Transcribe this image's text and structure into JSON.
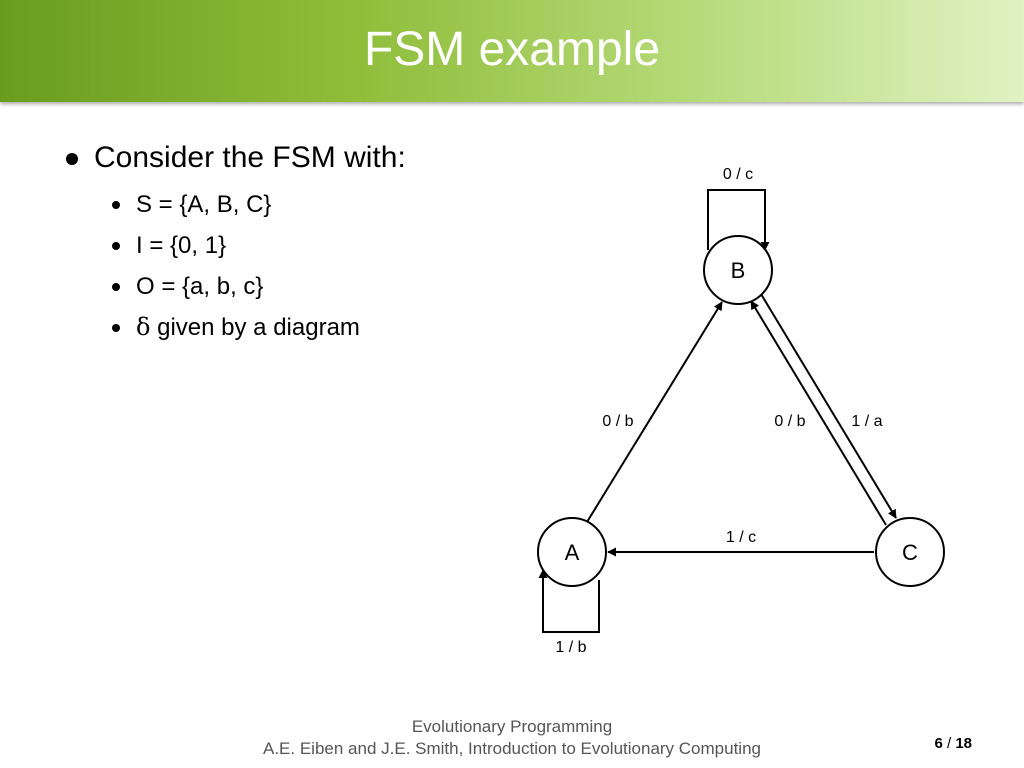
{
  "slide": {
    "title": "FSM example",
    "main_bullet": "Consider the FSM with:",
    "sub_bullets": [
      {
        "text": "S = {A, B, C}"
      },
      {
        "text": "I = {0, 1}"
      },
      {
        "text": "O = {a, b, c}"
      },
      {
        "symbol": "δ",
        "text": " given by a diagram"
      }
    ]
  },
  "diagram": {
    "states": [
      "A",
      "B",
      "C"
    ],
    "transitions": [
      {
        "from": "B",
        "to": "B",
        "label": "0 / c"
      },
      {
        "from": "A",
        "to": "B",
        "label": "0 / b"
      },
      {
        "from": "C",
        "to": "B",
        "label": "0 / b"
      },
      {
        "from": "B",
        "to": "C",
        "label": "1 / a"
      },
      {
        "from": "C",
        "to": "A",
        "label": "1 / c"
      },
      {
        "from": "A",
        "to": "A",
        "label": "1 / b"
      }
    ]
  },
  "footer": {
    "line1": "Evolutionary Programming",
    "line2": "A.E. Eiben and J.E. Smith, Introduction to Evolutionary Computing",
    "page_current": "6",
    "page_separator": " / ",
    "page_total": "18"
  }
}
